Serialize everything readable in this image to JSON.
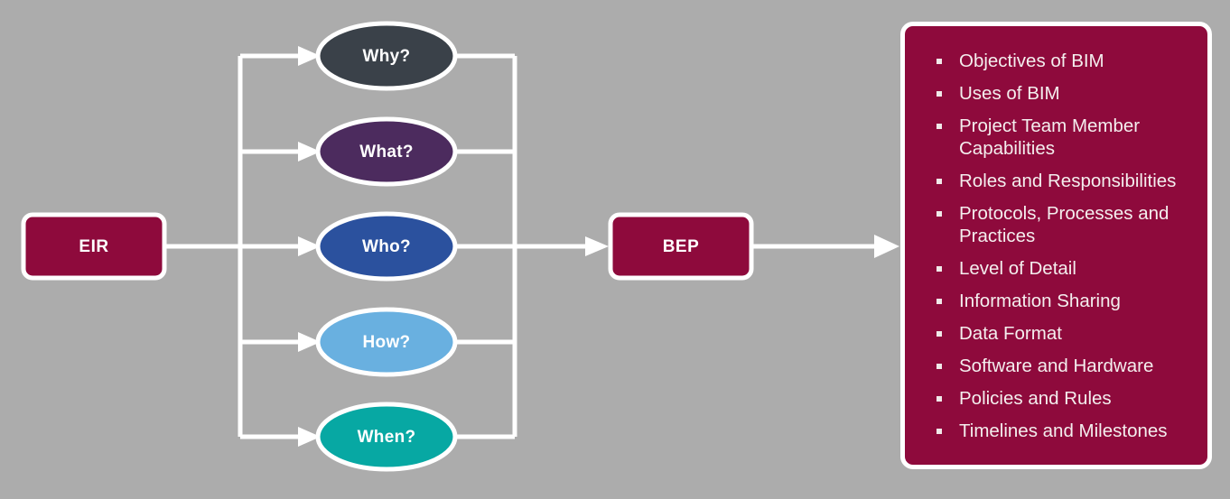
{
  "diagram": {
    "title_hidden": "",
    "background_color": "#acacac",
    "line_color": "#ffffff",
    "source_node": {
      "label": "EIR",
      "shape": "rounded-rectangle",
      "fill": "#8e0a3c",
      "text_color": "#ffffff"
    },
    "middle_nodes": [
      {
        "label": "Why?",
        "shape": "ellipse",
        "fill": "#3a4149",
        "text_color": "#ffffff"
      },
      {
        "label": "What?",
        "shape": "ellipse",
        "fill": "#4c2b5e",
        "text_color": "#ffffff"
      },
      {
        "label": "Who?",
        "shape": "ellipse",
        "fill": "#2b519e",
        "text_color": "#ffffff"
      },
      {
        "label": "How?",
        "shape": "ellipse",
        "fill": "#69b0e0",
        "text_color": "#ffffff"
      },
      {
        "label": "When?",
        "shape": "ellipse",
        "fill": "#07a8a3",
        "text_color": "#ffffff"
      }
    ],
    "target_node": {
      "label": "BEP",
      "shape": "rounded-rectangle",
      "fill": "#8e0a3c",
      "text_color": "#ffffff"
    },
    "output_panel": {
      "fill": "#8e0a3c",
      "border_color": "#ffffff",
      "text_color": "#f4eeee",
      "bullet_color": "#f0e9e9",
      "items": [
        "Objectives of BIM",
        "Uses of BIM",
        "Project Team Member Capabilities",
        "Roles and Responsibilities",
        "Protocols, Processes and Practices",
        "Level of Detail",
        "Information Sharing",
        "Data Format",
        "Software and Hardware",
        "Policies and Rules",
        "Timelines and Milestones"
      ]
    }
  }
}
